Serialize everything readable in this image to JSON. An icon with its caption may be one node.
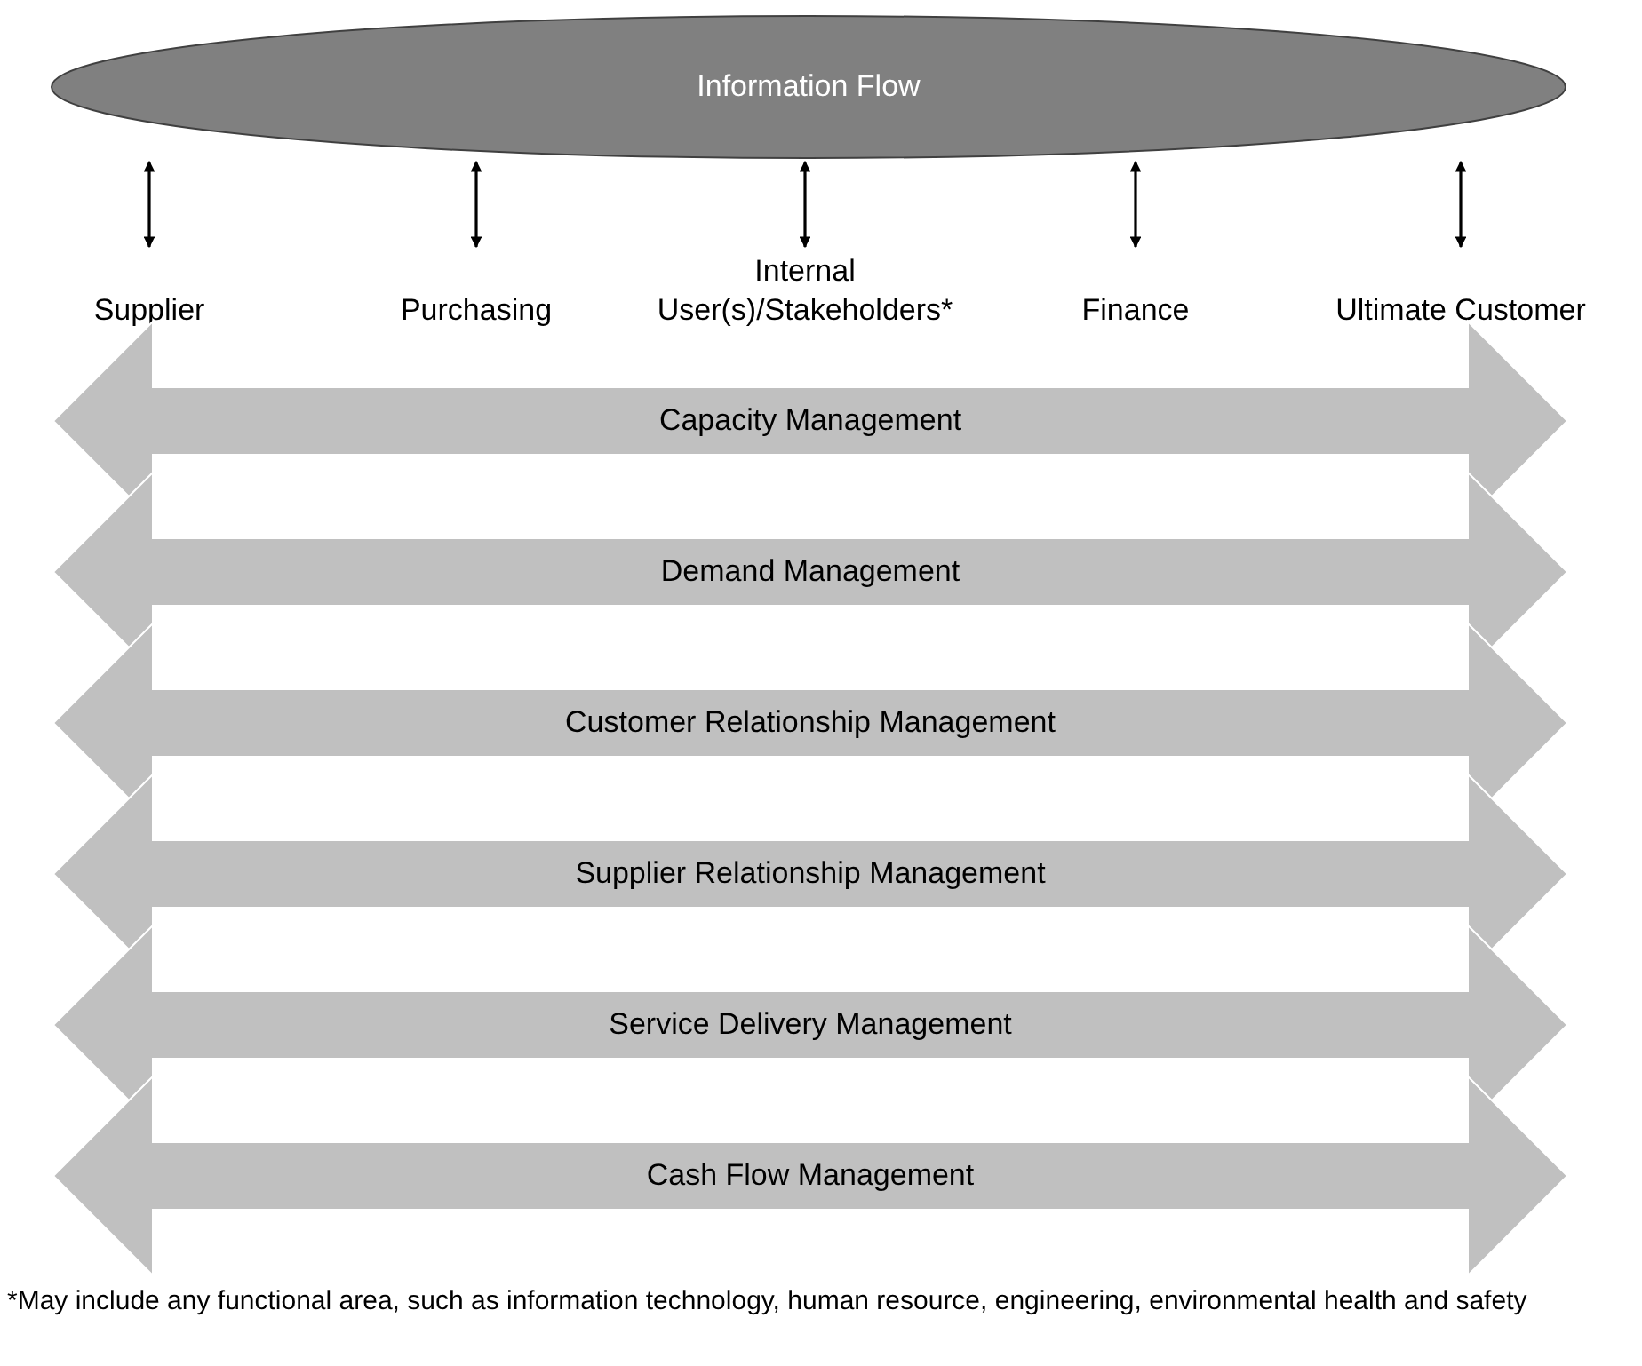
{
  "diagram": {
    "nodes": [
      {
        "text": [
          "Information Flow"
        ]
      },
      {
        "text": [
          "Supplier"
        ]
      },
      {
        "text": [
          "Purchasing"
        ]
      },
      {
        "text": [
          "Internal User(s)/Stakeholders*"
        ]
      },
      {
        "text": [
          "Finance"
        ]
      },
      {
        "text": [
          "Ultimate Customer"
        ]
      },
      {
        "text": [
          "Capacity Management"
        ]
      },
      {
        "text": [
          "Demand Management"
        ]
      },
      {
        "text": [
          "Customer Relationship Management"
        ]
      },
      {
        "text": [
          "Supplier Relationship Management"
        ]
      },
      {
        "text": [
          "Service Delivery Management"
        ]
      },
      {
        "text": [
          "Cash Flow Management"
        ]
      }
    ],
    "edges": [
      {
        "from": 0,
        "to": 1,
        "arrow": "both"
      },
      {
        "from": 0,
        "to": 2,
        "arrow": "both"
      },
      {
        "from": 0,
        "to": 3,
        "arrow": "both"
      },
      {
        "from": 0,
        "to": 4,
        "arrow": "both"
      },
      {
        "from": 0,
        "to": 5,
        "arrow": "both"
      }
    ],
    "labels": [
      "*May include any functional area, such as information technology, human resource, engineering, environmental health and safety"
    ]
  }
}
